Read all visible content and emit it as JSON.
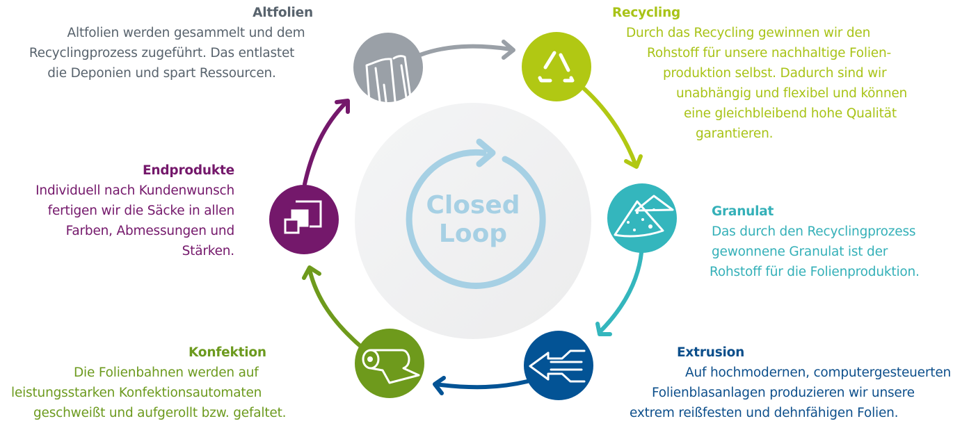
{
  "center": {
    "label_lines": [
      "Closed",
      "Loop"
    ],
    "icon": "cycle-arrow-icon",
    "color": "#a6d0e4",
    "background": "#eeeff0"
  },
  "steps": [
    {
      "id": "altfolien",
      "title": "Altfolien",
      "lines": [
        "Altfolien werden gesammelt und dem",
        "Recyclingprozess zugeführt. Das entlastet",
        "die Deponien und spart Ressourcen."
      ],
      "icon": "film-sheets-icon",
      "color": "#9aa0a7",
      "text_color": "#58636d"
    },
    {
      "id": "recycling",
      "title": "Recycling",
      "lines": [
        "Durch das Recycling gewinnen wir den",
        "Rohstoff für unsere nachhaltige Folien-",
        "produktion selbst. Dadurch sind wir",
        "unabhängig und flexibel und können",
        "eine gleichbleibend hohe Qualität",
        "garantieren."
      ],
      "icon": "recycle-triangle-icon",
      "color": "#b1c813",
      "text_color": "#a8c317"
    },
    {
      "id": "granulat",
      "title": "Granulat",
      "lines": [
        "Das durch den Recyclingprozess",
        "gewonnene Granulat ist der",
        "Rohstoff für die Folienproduktion."
      ],
      "icon": "granulate-pile-icon",
      "color": "#34b6bd",
      "text_color": "#34b0b8"
    },
    {
      "id": "extrusion",
      "title": "Extrusion",
      "lines": [
        "Auf hochmodernen, computergesteuerten",
        "Folienblasanlagen produzieren wir unsere",
        "extrem reißfesten und dehnfähigen Folien."
      ],
      "icon": "extrusion-arrow-icon",
      "color": "#035395",
      "text_color": "#0d4f8b"
    },
    {
      "id": "konfektion",
      "title": "Konfektion",
      "lines": [
        "Die Folienbahnen werden auf",
        "leistungsstarken Konfektionsautomaten",
        "geschweißt und aufgerollt bzw. gefaltet."
      ],
      "icon": "film-roll-icon",
      "color": "#6e9a1c",
      "text_color": "#6c9a1e"
    },
    {
      "id": "endprodukte",
      "title": "Endprodukte",
      "lines": [
        "Individuell nach Kundenwunsch",
        "fertigen wir die Säcke in allen",
        "Farben, Abmessungen und",
        "Stärken."
      ],
      "icon": "stacked-squares-icon",
      "color": "#74186b",
      "text_color": "#74186b"
    }
  ]
}
